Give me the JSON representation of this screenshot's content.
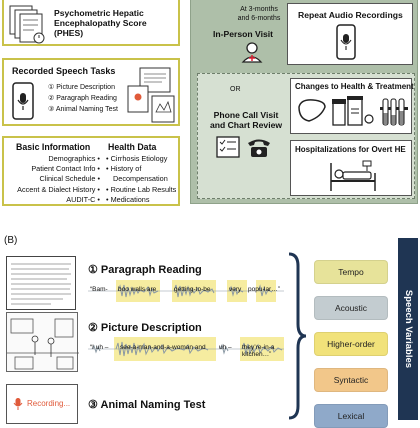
{
  "part_a": {
    "phes_box": {
      "title_line1": "Psychometric Hepatic",
      "title_line2": "Encephalopathy Score",
      "title_line3": "(PHES)"
    },
    "speech_box": {
      "title": "Recorded Speech Tasks",
      "tasks": [
        "① Picture Description",
        "② Paragraph Reading",
        "③ Animal Naming Test"
      ]
    },
    "info_box": {
      "basic_title": "Basic Information",
      "basic_items": [
        "Demographics •",
        "Patient Contact Info •",
        "Clinical Schedule •",
        "Accent & Dialect History •",
        "AUDIT-C •"
      ],
      "health_title": "Health Data",
      "health_items": [
        "• Cirrhosis Etiology",
        "• History of",
        "Decompensation",
        "• Routine Lab Results",
        "• Medications"
      ]
    },
    "followup": {
      "timing_line1": "At 3-months",
      "timing_line2": "and 6-months",
      "in_person": "In-Person Visit",
      "or_label": "OR",
      "phone_line1": "Phone Call Visit",
      "phone_line2": "and Chart Review",
      "repeat_audio": "Repeat Audio Recordings",
      "changes": "Changes to Health & Treatment",
      "hospitalizations": "Hospitalizations for Overt HE"
    }
  },
  "part_b": {
    "panel_label": "(B)",
    "paragraph_reading": {
      "title": "① Paragraph Reading",
      "tokens": [
        "“Bam-",
        "boo walls are",
        "getting-to-be",
        "very",
        "popu-",
        "lar…”"
      ]
    },
    "picture_description": {
      "title": "② Picture Description",
      "tokens": [
        "“I uh –",
        "see-a-man-and-a-woman and",
        "uh –",
        "they’re-in-a kitchen…”"
      ]
    },
    "animal_naming": {
      "title": "③ Animal Naming Test",
      "recording_label": "Recording..."
    },
    "speech_variables_label": "Speech Variables",
    "variables": [
      {
        "label": "Tempo",
        "color": "#e7e39a",
        "text_color": "#222222"
      },
      {
        "label": "Acoustic",
        "color": "#c3ccd0",
        "text_color": "#222222"
      },
      {
        "label": "Higher-order",
        "color": "#f1e27a",
        "text_color": "#222222"
      },
      {
        "label": "Syntactic",
        "color": "#f2c78a",
        "text_color": "#222222"
      },
      {
        "label": "Lexical",
        "color": "#8fa9c9",
        "text_color": "#222222"
      }
    ]
  }
}
